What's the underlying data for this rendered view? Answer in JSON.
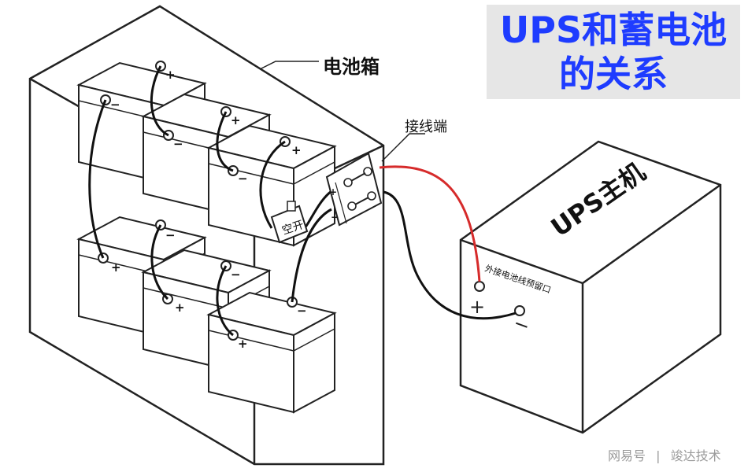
{
  "title": {
    "line1": "UPS和蓄电池",
    "line2": "的关系"
  },
  "labels": {
    "battery_box": "电池箱",
    "terminal_block": "接线端",
    "breaker": "空开",
    "ups_host": "UPS主机",
    "reserved_port": "外接电池线预留口",
    "plus": "+",
    "minus": "−"
  },
  "watermark": {
    "platform": "网易号",
    "separator": "|",
    "author": "竣达技术"
  },
  "colors": {
    "title": "#1e3cff",
    "title_bg": "#e6e6e6",
    "positive_wire": "#d62b2b",
    "negative_wire": "#111111",
    "outline": "#222222"
  }
}
